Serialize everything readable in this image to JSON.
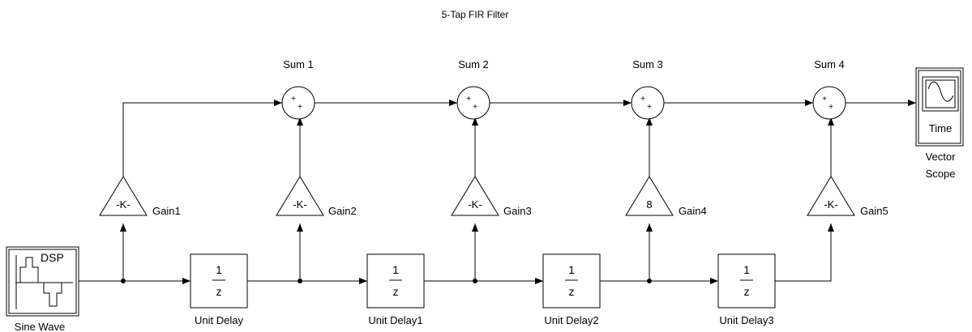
{
  "diagram": {
    "title": "5-Tap FIR Filter",
    "source": {
      "label": "Sine Wave",
      "icon_text": "DSP",
      "icon": "sine-wave-icon"
    },
    "delays": [
      {
        "label": "Unit Delay",
        "num": "1",
        "den": "z"
      },
      {
        "label": "Unit Delay1",
        "num": "1",
        "den": "z"
      },
      {
        "label": "Unit Delay2",
        "num": "1",
        "den": "z"
      },
      {
        "label": "Unit Delay3",
        "num": "1",
        "den": "z"
      }
    ],
    "gains": [
      {
        "label": "Gain1",
        "value": "-K-"
      },
      {
        "label": "Gain2",
        "value": "-K-"
      },
      {
        "label": "Gain3",
        "value": "-K-"
      },
      {
        "label": "Gain4",
        "value": "8"
      },
      {
        "label": "Gain5",
        "value": "-K-"
      }
    ],
    "sums": [
      {
        "label": "Sum 1",
        "signs": "++"
      },
      {
        "label": "Sum 2",
        "signs": "++"
      },
      {
        "label": "Sum 3",
        "signs": "++"
      },
      {
        "label": "Sum 4",
        "signs": "++"
      }
    ],
    "sink": {
      "label_line1": "Vector",
      "label_line2": "Scope",
      "icon_text": "Time",
      "icon": "scope-icon"
    }
  }
}
